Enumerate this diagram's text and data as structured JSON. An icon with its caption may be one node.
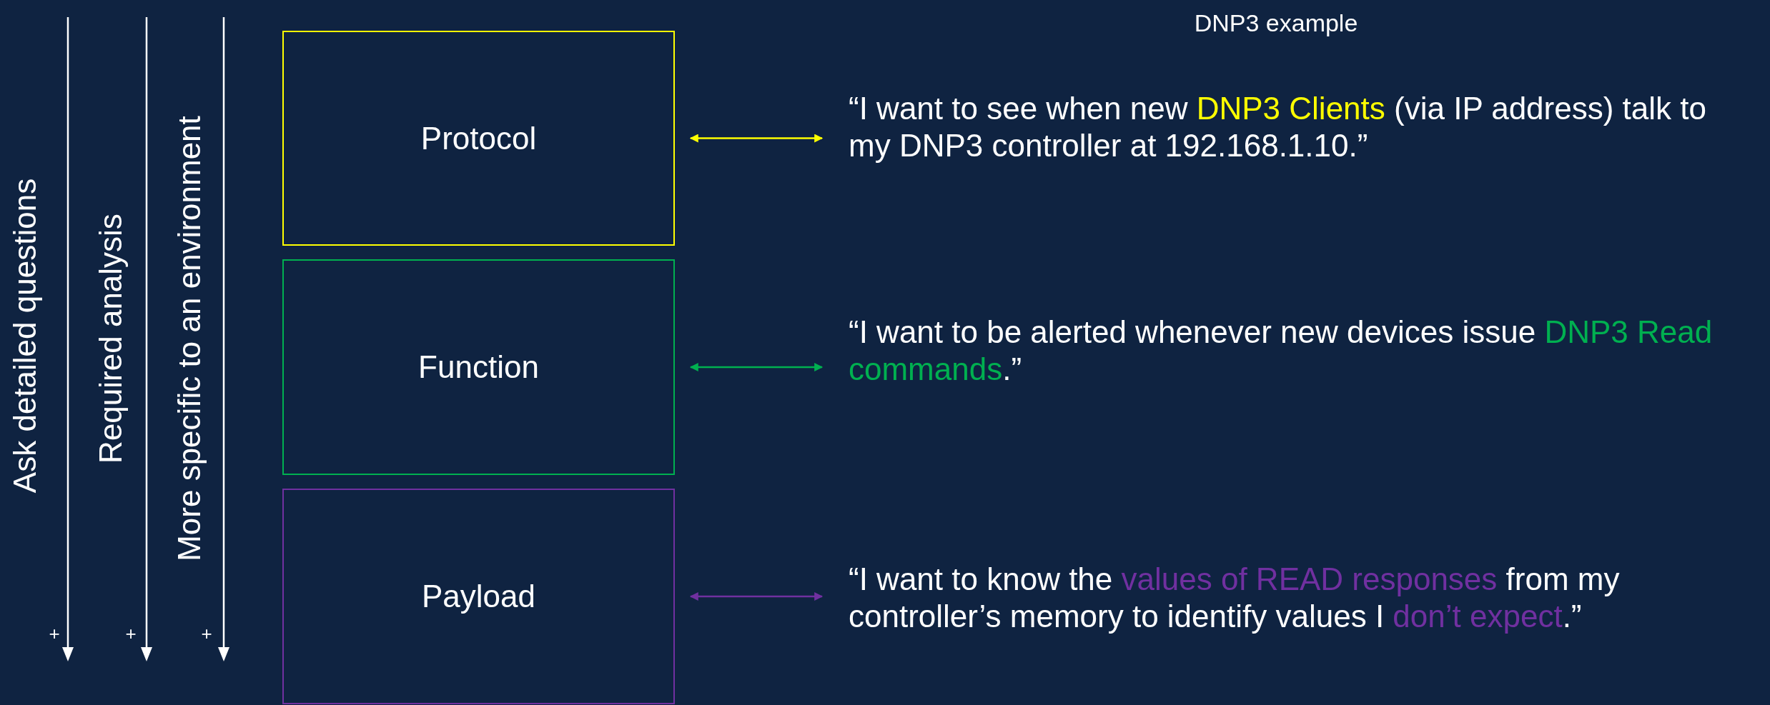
{
  "diagram": {
    "title": "DNP3 example",
    "nodes": [
      {
        "text": [
          "Protocol"
        ]
      },
      {
        "text": [
          "“I want to see when new **DNP3 Clients** (via IP address) talk to my DNP3 controller at 192.168.1.10.”"
        ]
      },
      {
        "text": [
          "Function"
        ]
      },
      {
        "text": [
          "“I want to be alerted whenever new devices issue **DNP3 Read commands**.”"
        ]
      },
      {
        "text": [
          "Payload"
        ]
      },
      {
        "text": [
          "“I want to know the **values of READ responses** from my controller’s memory to identify values I **don’t expect**.”"
        ]
      }
    ],
    "edges": [
      {
        "from": 0,
        "to": 1,
        "arrow": "both",
        "color": "#ffff00"
      },
      {
        "from": 2,
        "to": 3,
        "arrow": "both",
        "color": "#00b050"
      },
      {
        "from": 4,
        "to": 5,
        "arrow": "both",
        "color": "#7030a0"
      }
    ],
    "labels": [
      "Ask detailed questions",
      "Required analysis",
      "More specific to an environment",
      "+",
      "+",
      "+"
    ]
  }
}
